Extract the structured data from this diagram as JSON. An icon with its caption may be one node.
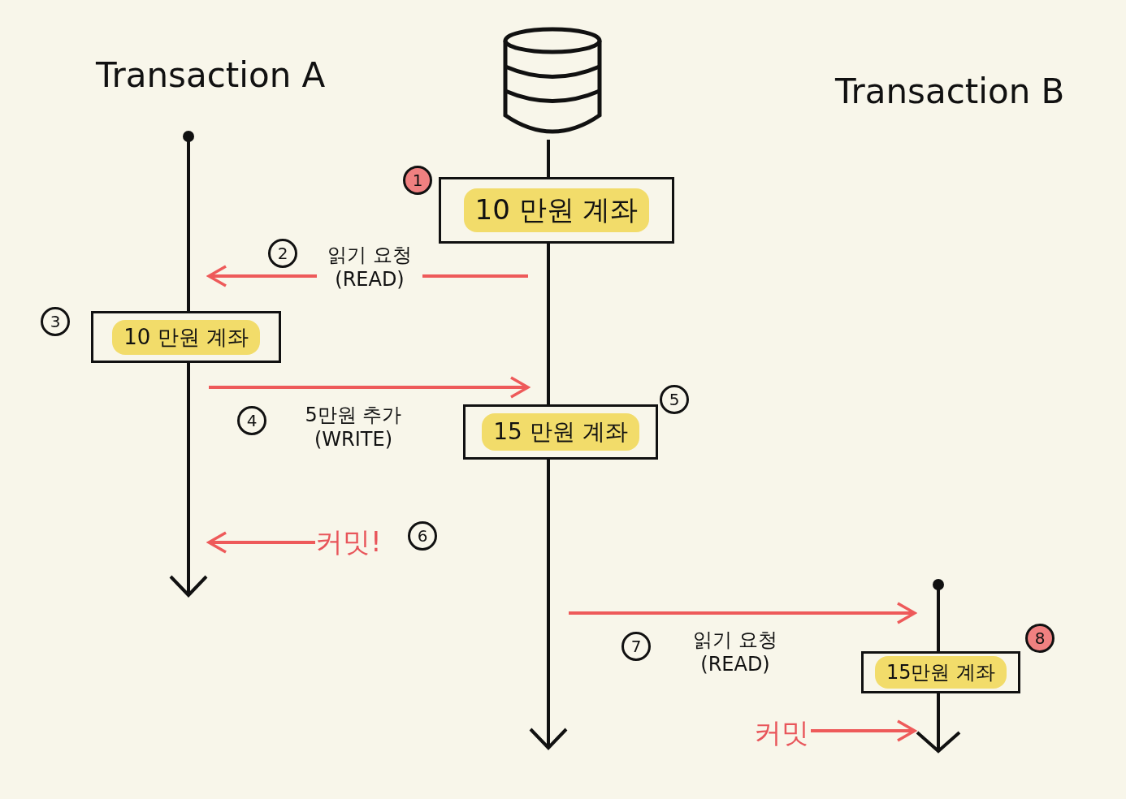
{
  "diagram": {
    "nodes": [
      {
        "text": [
          "Transaction A"
        ]
      },
      {
        "text": [],
        "shape": "cylinder"
      },
      {
        "text": [
          "Transaction B"
        ]
      },
      {
        "text": [],
        "shape": "line"
      },
      {
        "text": [],
        "shape": "line"
      },
      {
        "text": [],
        "shape": "line"
      },
      {
        "text": [
          "10 만원 계좌"
        ],
        "beside": [
          "1"
        ]
      },
      {
        "text": [
          "10 만원 계좌"
        ],
        "beside": [
          "3"
        ]
      },
      {
        "text": [
          "15 만원 계좌"
        ],
        "beside": [
          "5"
        ]
      },
      {
        "text": [
          "커밋!"
        ],
        "beside": [
          "6"
        ]
      },
      {
        "text": [
          "15만원 계좌"
        ],
        "beside": [
          "8"
        ]
      },
      {
        "text": [
          "커밋"
        ]
      }
    ],
    "edges": [
      {
        "from": 4,
        "to": 3,
        "arrow": "to",
        "label": "읽기 요청 (READ)"
      },
      {
        "from": 3,
        "to": 4,
        "arrow": "to",
        "label": "5만원 추가 (WRITE)"
      },
      {
        "from": 9,
        "to": 3,
        "arrow": "to"
      },
      {
        "from": 4,
        "to": 5,
        "arrow": "to",
        "label": "읽기 요청 (READ)"
      },
      {
        "from": 11,
        "to": 5,
        "arrow": "to"
      }
    ],
    "labels": [
      "2",
      "4",
      "7"
    ]
  }
}
